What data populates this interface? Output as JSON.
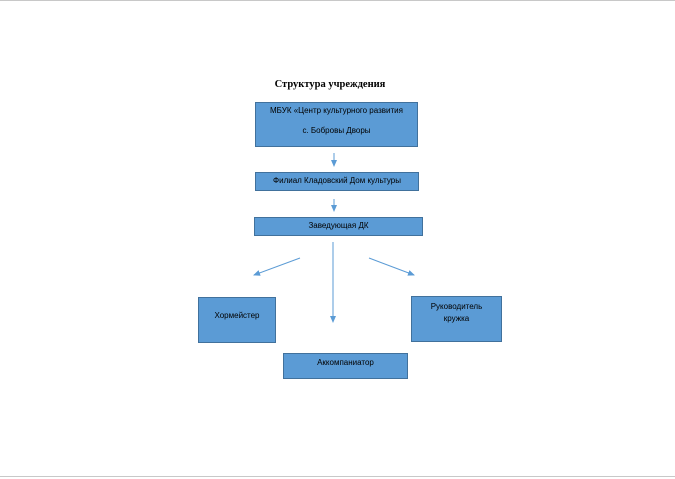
{
  "diagram": {
    "title": "Структура учреждения",
    "nodes": {
      "mbuk": {
        "line1": "МБУК «Центр культурного развития",
        "line2": "с. Бобровы Дворы"
      },
      "filial": {
        "label": "Филиал Кладовский Дом культуры"
      },
      "head": {
        "label": "Заведующая ДК"
      },
      "choirmaster": {
        "label": "Хормейстер"
      },
      "accompanist": {
        "label": "Аккомпаниатор"
      },
      "club_leader": {
        "line1": "Руководитель",
        "line2": "кружка"
      }
    },
    "colors": {
      "box_fill": "#5b9bd5",
      "box_border": "#41719c",
      "arrow": "#5b9bd5"
    }
  }
}
